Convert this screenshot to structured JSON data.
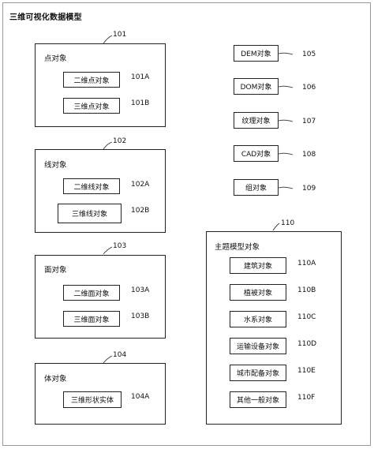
{
  "title": "三维可视化数据模型",
  "groups": {
    "point": {
      "ref": "101",
      "label": "点对象",
      "items": [
        {
          "label": "二维点对象",
          "ref": "101A"
        },
        {
          "label": "三维点对象",
          "ref": "101B"
        }
      ]
    },
    "line": {
      "ref": "102",
      "label": "线对象",
      "items": [
        {
          "label": "二维线对象",
          "ref": "102A"
        },
        {
          "label": "三维线对象",
          "ref": "102B"
        }
      ]
    },
    "surface": {
      "ref": "103",
      "label": "面对象",
      "items": [
        {
          "label": "二维面对象",
          "ref": "103A"
        },
        {
          "label": "三维面对象",
          "ref": "103B"
        }
      ]
    },
    "body": {
      "ref": "104",
      "label": "体对象",
      "items": [
        {
          "label": "三维形状实体",
          "ref": "104A"
        }
      ]
    },
    "theme": {
      "ref": "110",
      "label": "主题模型对象",
      "items": [
        {
          "label": "建筑对象",
          "ref": "110A"
        },
        {
          "label": "植被对象",
          "ref": "110B"
        },
        {
          "label": "水系对象",
          "ref": "110C"
        },
        {
          "label": "运输设备对象",
          "ref": "110D"
        },
        {
          "label": "城市配备对象",
          "ref": "110E"
        },
        {
          "label": "其他一般对象",
          "ref": "110F"
        }
      ]
    }
  },
  "objects": [
    {
      "label": "DEM对象",
      "ref": "105"
    },
    {
      "label": "DOM对象",
      "ref": "106"
    },
    {
      "label": "纹理对象",
      "ref": "107"
    },
    {
      "label": "CAD对象",
      "ref": "108"
    },
    {
      "label": "组对象",
      "ref": "109"
    }
  ]
}
